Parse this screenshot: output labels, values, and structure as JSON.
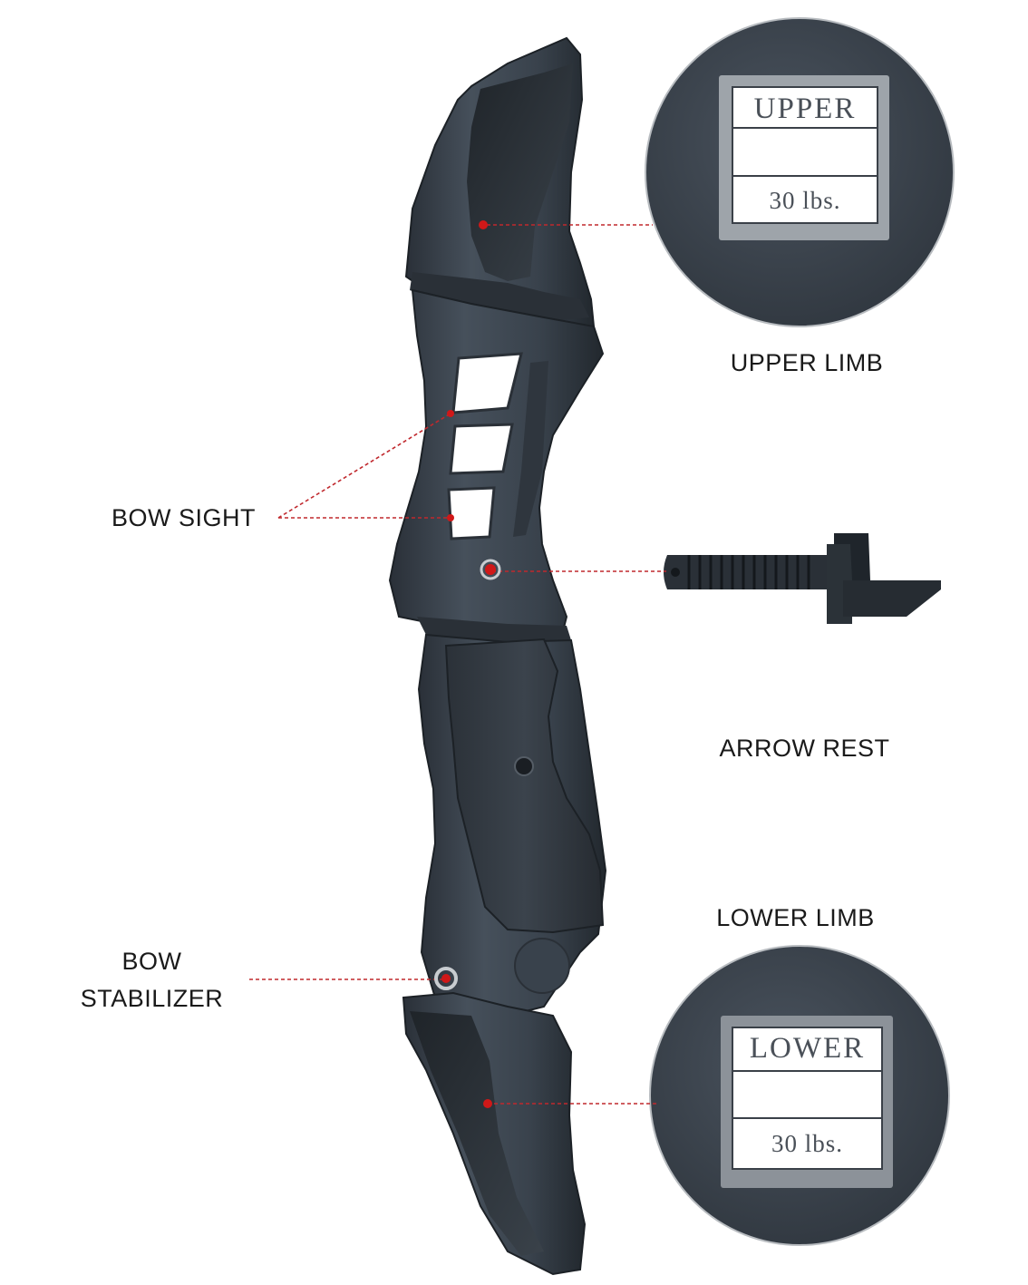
{
  "labels": {
    "upper_limb": "UPPER LIMB",
    "bow_sight": "BOW SIGHT",
    "arrow_rest": "ARROW REST",
    "lower_limb": "LOWER LIMB",
    "bow_stabilizer_line1": "BOW",
    "bow_stabilizer_line2": "STABILIZER"
  },
  "upper_tag": {
    "title": "UPPER",
    "weight": "30 lbs."
  },
  "lower_tag": {
    "title": "LOWER",
    "weight": "30 lbs."
  },
  "colors": {
    "riser": "#3c4650",
    "riser_dark": "#262d34",
    "grip": "#30363d",
    "accent": "#d01818",
    "circle_fill": "#3f4752"
  }
}
